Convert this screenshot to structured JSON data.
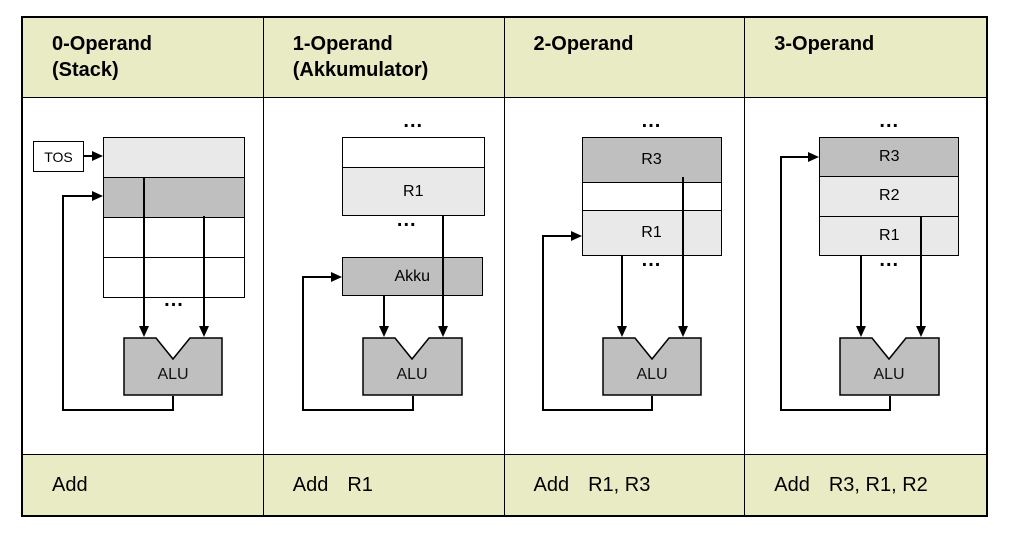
{
  "labels": {
    "tos": "TOS",
    "alu": "ALU",
    "akku": "Akku",
    "ellipsis": "..."
  },
  "columns": [
    {
      "header": [
        "0-Operand",
        "(Stack)"
      ],
      "instruction": {
        "mnemonic": "Add",
        "operands": ""
      }
    },
    {
      "header": [
        "1-Operand",
        "(Akkumulator)"
      ],
      "registers": [
        "",
        "R1"
      ],
      "instruction": {
        "mnemonic": "Add",
        "operands": "R1"
      }
    },
    {
      "header": [
        "2-Operand",
        ""
      ],
      "registers": [
        "R3",
        "",
        "R1"
      ],
      "instruction": {
        "mnemonic": "Add",
        "operands": "R1, R3"
      }
    },
    {
      "header": [
        "3-Operand",
        ""
      ],
      "registers": [
        "R3",
        "R2",
        "R1"
      ],
      "instruction": {
        "mnemonic": "Add",
        "operands": "R3, R1, R2"
      }
    }
  ],
  "colors": {
    "header_bg": "#e9ebc5",
    "register_light": "#e9e9e9",
    "register_dark": "#bfbfbf",
    "alu_fill": "#bfbfbf",
    "line": "#000000"
  }
}
